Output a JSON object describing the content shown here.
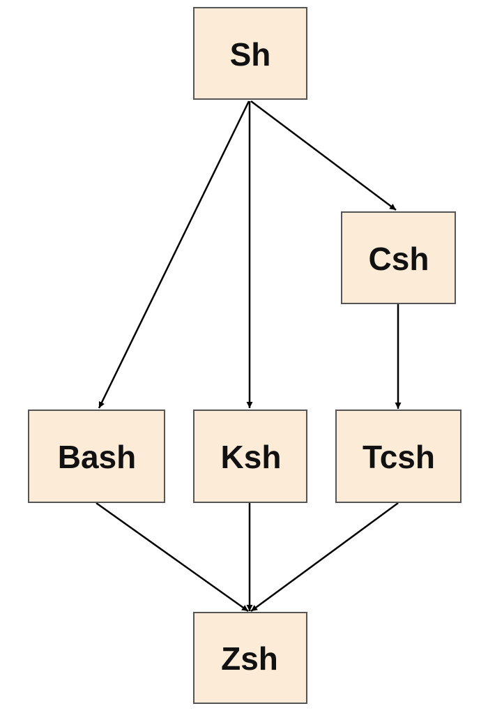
{
  "diagram": {
    "colors": {
      "node_fill": "#fbebd7",
      "node_border": "#555555",
      "edge": "#000000",
      "text": "#111111"
    },
    "nodes": {
      "sh": "Sh",
      "csh": "Csh",
      "bash": "Bash",
      "ksh": "Ksh",
      "tcsh": "Tcsh",
      "zsh": "Zsh"
    },
    "edges": [
      {
        "from": "sh",
        "to": "bash"
      },
      {
        "from": "sh",
        "to": "ksh"
      },
      {
        "from": "sh",
        "to": "csh"
      },
      {
        "from": "csh",
        "to": "tcsh"
      },
      {
        "from": "bash",
        "to": "zsh"
      },
      {
        "from": "ksh",
        "to": "zsh"
      },
      {
        "from": "tcsh",
        "to": "zsh"
      }
    ]
  }
}
